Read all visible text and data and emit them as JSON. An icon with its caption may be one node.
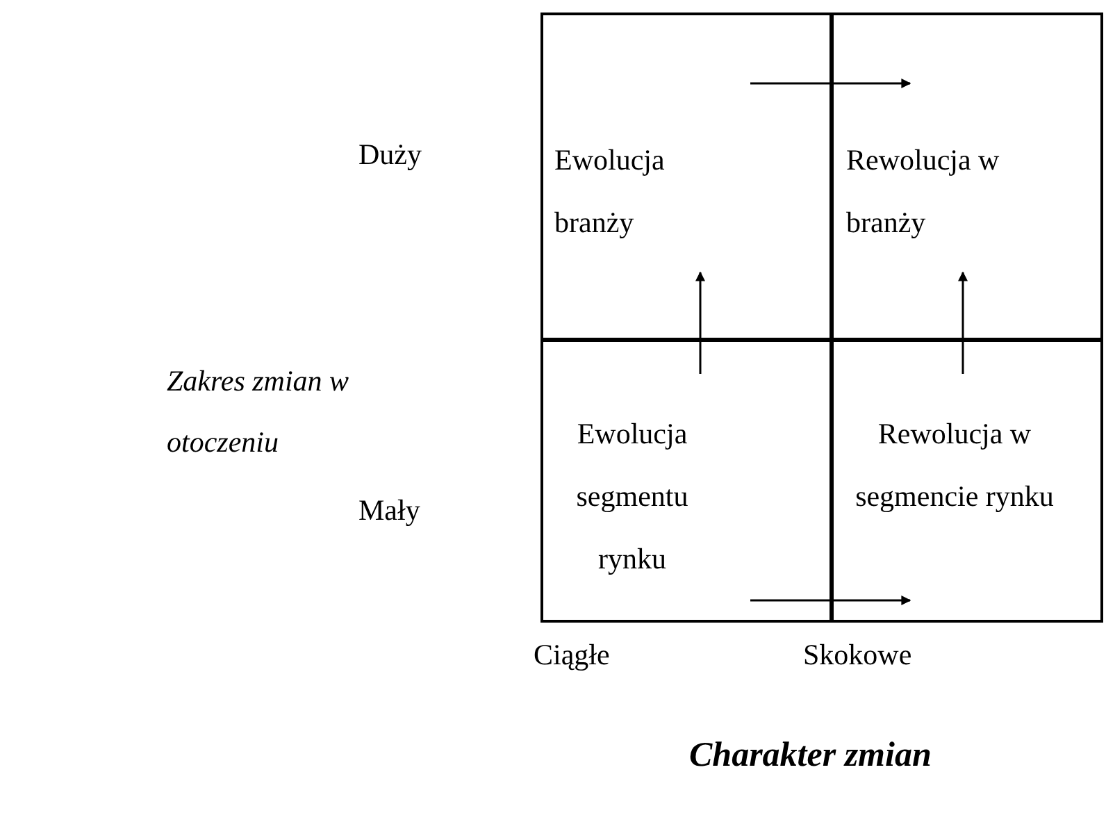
{
  "diagram": {
    "nodes": [
      {
        "text": [
          "Ewolucja branży"
        ]
      },
      {
        "text": [
          "Rewolucja w branży"
        ]
      },
      {
        "text": [
          "Ewolucja segmentu rynku"
        ]
      },
      {
        "text": [
          "Rewolucja w segmencie rynku"
        ]
      }
    ],
    "edges": [
      {
        "from": 0,
        "to": 1,
        "arrow": "to"
      },
      {
        "from": 2,
        "to": 0,
        "arrow": "to"
      },
      {
        "from": 3,
        "to": 1,
        "arrow": "to"
      },
      {
        "from": 2,
        "to": 3,
        "arrow": "to"
      }
    ],
    "labels": [
      "Duży",
      "Zakres zmian w otoczeniu",
      "Mały",
      "Ciągłe",
      "Skokowe",
      "Charakter zmian"
    ]
  }
}
